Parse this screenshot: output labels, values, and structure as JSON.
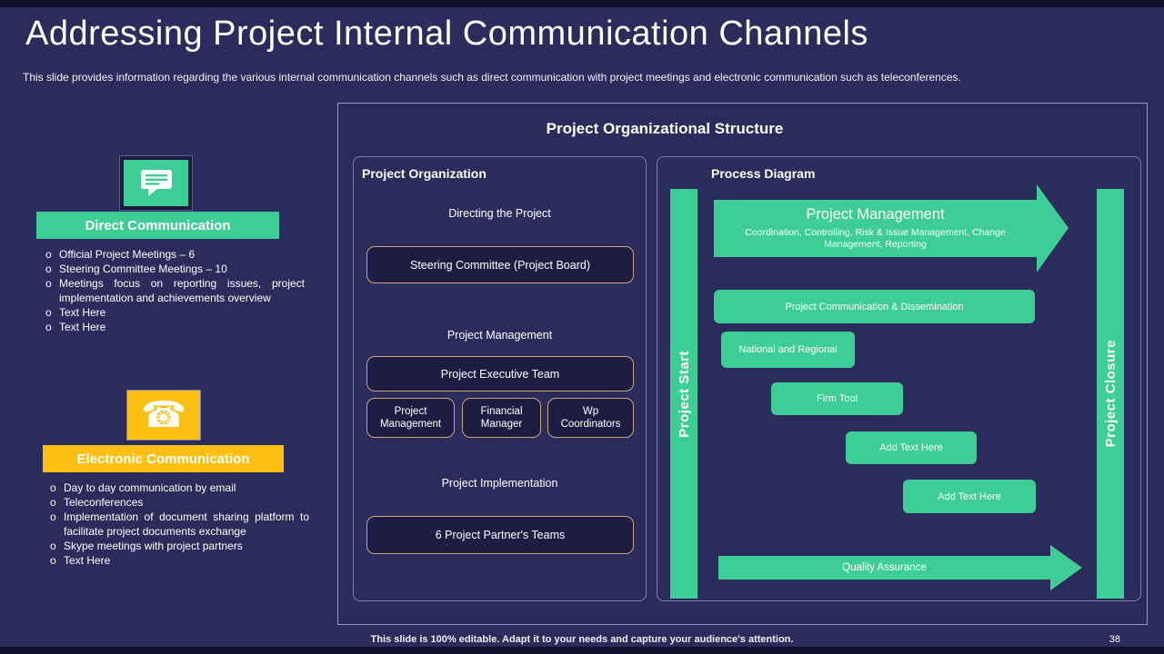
{
  "slide": {
    "title": "Addressing Project Internal Communication Channels",
    "subtitle": "This slide provides information regarding the various internal communication channels such as direct communication with project meetings and electronic communication such as teleconferences.",
    "footer": "This slide is 100% editable. Adapt it to your needs and capture your audience's attention.",
    "page_number": "38"
  },
  "colors": {
    "background": "#2b2b5c",
    "accent_green": "#3ecd97",
    "accent_yellow": "#fcc012",
    "gold_border": "#c9a876",
    "dark_box": "#1d1d44",
    "panel_border": "#7e7eb4"
  },
  "direct_communication": {
    "icon": "chat-icon",
    "title": "Direct Communication",
    "bullets": [
      "Official Project Meetings – 6",
      "Steering Committee Meetings – 10",
      "Meetings focus on reporting issues, project implementation and achievements overview",
      "Text Here",
      "Text Here"
    ]
  },
  "electronic_communication": {
    "icon": "phone-icon",
    "title": "Electronic Communication",
    "bullets": [
      "Day to day communication by email",
      "Teleconferences",
      "Implementation of document sharing platform to facilitate project documents exchange",
      "Skype meetings with project partners",
      "Text Here"
    ]
  },
  "org_structure": {
    "title": "Project Organizational Structure",
    "project_organization": {
      "title": "Project Organization",
      "label_top": "Directing the Project",
      "box_top": "Steering Committee (Project Board)",
      "label_mid": "Project Management",
      "box_mid": "Project Executive Team",
      "sub_boxes": [
        "Project Management",
        "Financial Manager",
        "Wp Coordinators"
      ],
      "label_bottom": "Project Implementation",
      "box_bottom": "6 Project Partner's Teams"
    },
    "process_diagram": {
      "title": "Process Diagram",
      "left_bar": "Project Start",
      "right_bar": "Project Closure",
      "main_arrow": {
        "title": "Project Management",
        "subtitle": "Coordination, Controlling, Risk & Issue Management, Change Management, Reporting"
      },
      "steps": [
        "Project Communication & Dissemination",
        "National and Regional",
        "Firm Tool",
        "Add Text Here",
        "Add Text Here"
      ],
      "bottom_arrow": "Quality Assurance"
    }
  },
  "icons": {
    "phone_glyph": "☎"
  }
}
